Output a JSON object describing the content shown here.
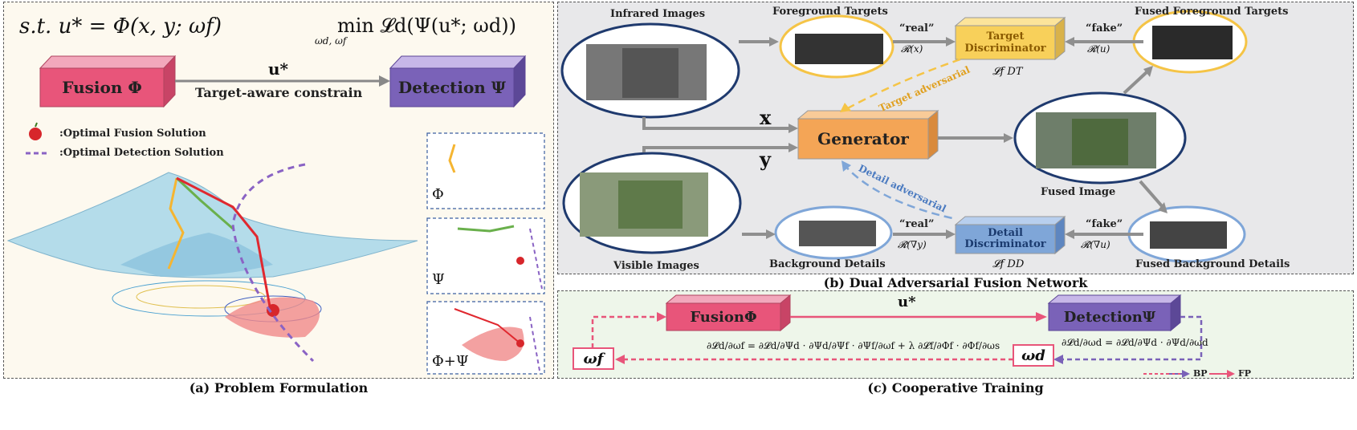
{
  "panel_a": {
    "caption": "(a) Problem Formulation",
    "eq_left": "s.t. u* = Φ(x, y; ωf)",
    "eq_right": "min 𝓛d(Ψ(u*; ωd))",
    "eq_right_sub": "ωd, ωf",
    "fusion_box": "Fusion Φ",
    "detection_box": "Detection Ψ",
    "arrow_top": "u*",
    "arrow_bottom": "Target-aware constrain",
    "legend_fusion": ":Optimal Fusion Solution",
    "legend_detection": ":Optimal Detection Solution",
    "inset_labels": [
      "Φ",
      "Ψ",
      "Φ+Ψ"
    ]
  },
  "panel_b": {
    "caption": "(b) Dual Adversarial Fusion Network",
    "infrared_images": "Infrared Images",
    "visible_images": "Visible Images",
    "foreground_targets": "Foreground Targets",
    "fused_foreground_targets": "Fused Foreground Targets",
    "background_details": "Background Details",
    "fused_background_details": "Fused Background Details",
    "fused_image": "Fused Image",
    "generator": "Generator",
    "target_discriminator_l1": "Target",
    "target_discriminator_l2": "Discriminator",
    "detail_discriminator_l1": "Detail",
    "detail_discriminator_l2": "Discriminator",
    "real_top": "“real”",
    "fake_top": "“fake”",
    "real_bottom": "“real”",
    "fake_bottom": "“fake”",
    "r_x": "𝓡(x)",
    "r_u": "𝓡(u)",
    "r_grad_y": "𝓡̂(∇y)",
    "r_grad_u": "𝓡̂(∇u)",
    "loss_dt": "𝓛f DT",
    "loss_dd": "𝓛f DD",
    "x_label": "x",
    "y_label": "y",
    "target_adversarial": "Target adversarial",
    "detail_adversarial": "Detail adversarial"
  },
  "panel_c": {
    "caption": "(c) Cooperative Training",
    "fusion_box": "FusionΦ",
    "detection_box": "DetectionΨ",
    "u_star": "u*",
    "omega_f": "ωf",
    "omega_d": "ωd",
    "grad_f": "∂𝓛d/∂ωf = ∂𝓛d/∂Ψd · ∂Ψd/∂Ψf · ∂Ψf/∂ωf + λ ∂𝓛f/∂Φf · ∂Φf/∂ωs",
    "grad_d": "∂𝓛d/∂ωd = ∂𝓛d/∂Ψd · ∂Ψd/∂ωd",
    "bp": "BP",
    "fp": "FP"
  },
  "colors": {
    "fusion": "#e8557a",
    "detection": "#7a62b8",
    "generator": "#f4a556",
    "target_disc": "#f8d05a",
    "detail_disc": "#7fa6d8",
    "panel_a_bg": "#fdf9ef",
    "panel_b_bg": "#e8e8ea",
    "panel_c_bg": "#eef6ea"
  }
}
